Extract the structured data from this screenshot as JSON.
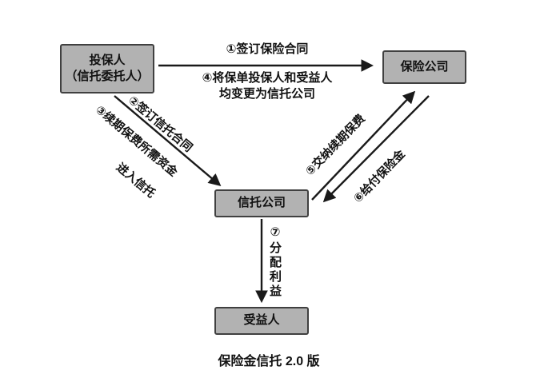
{
  "diagram": {
    "caption": "保险金信托 2.0 版",
    "nodes": {
      "policyholder": {
        "line1": "投保人",
        "line2": "（信托委托人）"
      },
      "insurer": {
        "label": "保险公司"
      },
      "trust": {
        "label": "信托公司"
      },
      "beneficiary": {
        "label": "受益人"
      }
    },
    "edges": {
      "e1": {
        "label": "①签订保险合同",
        "from": "投保人",
        "to": "保险公司"
      },
      "e2": {
        "label": "②签订信托合同",
        "from": "投保人",
        "to": "信托公司"
      },
      "e3": {
        "line1": "③续期保费所需资金",
        "line2": "进入信托",
        "from": "投保人",
        "to": "信托公司"
      },
      "e4": {
        "line1": "④将保单投保人和受益人",
        "line2": "均变更为信托公司",
        "from": "投保人",
        "to": "保险公司"
      },
      "e5": {
        "label": "⑤交纳续期保费",
        "from": "信托公司",
        "to": "保险公司"
      },
      "e6": {
        "label": "⑥给付保险金",
        "from": "保险公司",
        "to": "信托公司"
      },
      "e7": {
        "label": "⑦分配利益",
        "from": "信托公司",
        "to": "受益人"
      }
    },
    "colors": {
      "background": "#ffffff",
      "box_fill": "#b2b2b2",
      "box_border": "#404040",
      "arrow": "#1a1a1a",
      "text": "#111111"
    }
  }
}
